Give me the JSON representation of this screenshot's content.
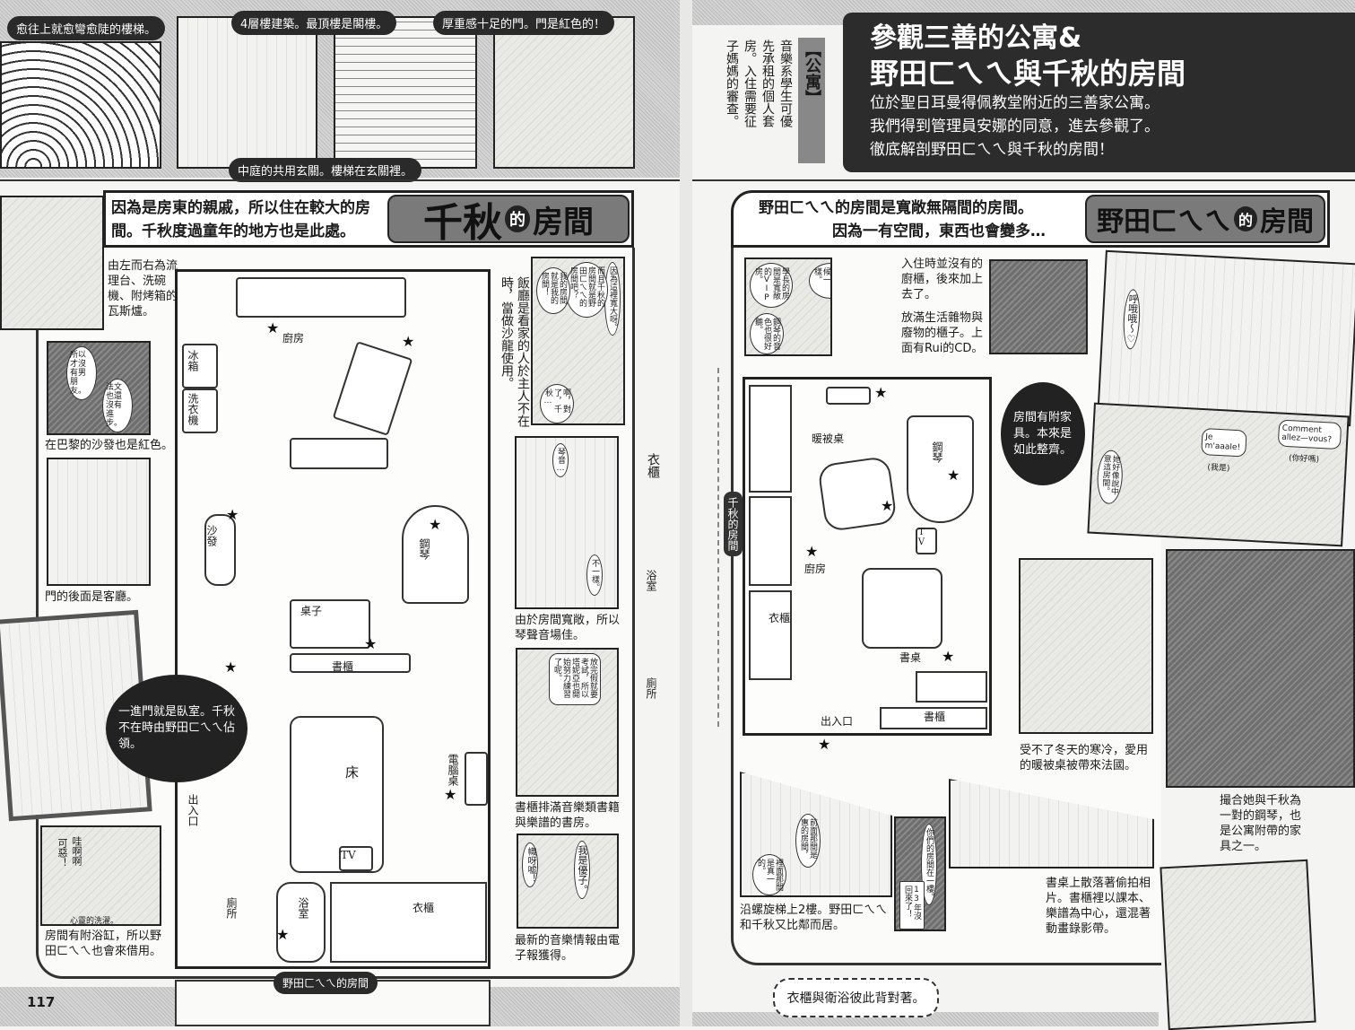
{
  "left_page": {
    "page_number": "117",
    "top_photos": {
      "stairs_caption": "愈往上就愈彎愈陡的樓梯。",
      "building_caption": "4層樓建築。最頂樓是閣樓。",
      "door_caption": "厚重感十足的門。門是紅色的！",
      "courtyard_caption": "中庭的共用玄關。樓梯在玄關裡。"
    },
    "header": {
      "description": "因為是房東的親戚，所以住在較大的房間。千秋度過童年的地方也是此處。",
      "title_pre": "千秋",
      "title_particle": "的",
      "title_post": "房間"
    },
    "captions": {
      "kitchen": "由左而右為流理台、洗碗機、附烤箱的瓦斯爐。",
      "sofa": "在巴黎的沙發也是紅色。",
      "door": "門的後面是客廳。",
      "bedroom_bubble": "一進門就是臥室。千秋不在時由野田ㄈㄟㄟ佔領。",
      "bath": "房間有附浴缸，所以野田ㄈㄟㄟ也會來借用。",
      "dining": "飯廳是看家的人於主人不在時，當做沙龍使用。",
      "piano": "由於房間寬敞，所以琴聲音場佳。",
      "study": "書櫃排滿音樂類書籍與樂譜的書房。",
      "newsletter": "最新的音樂情報由電子報獲得。"
    },
    "speech": {
      "dining_1": "因為這裡寬大呀。",
      "dining_2": "而且千秋的房間就是野田ㄈㄟㄟ的房間吧？",
      "dining_3": "我的房間就是我的房間！",
      "dining_4": "啊，對了，千秋…",
      "piano_1": "琴音…",
      "piano_2": "不一樣。",
      "study_1": "放完假就要考試，所以塔妮亞也開始努力練習了呢。",
      "yuko_1": "我是優子。",
      "yuko_2": "幟呀嘘！",
      "bath_1": "哇啊啊",
      "bath_2": "可惡！",
      "bath_3": "心靈的洗濯。",
      "sofa_1": "所以才沒有男朋友。",
      "sofa_2": "法文也還沒有進步。"
    },
    "plan_labels": {
      "kitchen": "廚房",
      "fridge": "冰箱",
      "washer": "洗衣機",
      "sofa": "沙發",
      "piano": "鋼琴",
      "table": "桌子",
      "bookshelf": "書櫃",
      "bed": "床",
      "computer_desk": "電腦桌",
      "entrance": "出入口",
      "tv": "TV",
      "toilet": "廁所",
      "bathroom": "浴室",
      "closet": "衣櫃"
    },
    "side_labels": {
      "closet": "衣櫃",
      "bathroom": "浴室",
      "toilet": "廁所"
    },
    "bottom_tab": "野田ㄈㄟㄟ的房間"
  },
  "right_page": {
    "apartment_label": "【公寓】",
    "apartment_note": "音樂系學生可優先承租的個人套房。入住需要征子媽媽的審查。",
    "main_title_line1": "參觀三善的公寓&",
    "main_title_line2": "野田ㄈㄟㄟ與千秋的房間",
    "intro_lines": [
      "位於聖日耳曼得佩教堂附近的三善家公寓。",
      "我們得到管理員安娜的同意，進去參觀了。",
      "徹底解剖野田ㄈㄟㄟ與千秋的房間！"
    ],
    "header": {
      "description_line1": "野田ㄈㄟㄟ的房間是寬敞無隔間的房間。",
      "description_line2": "因為一有空間，東西也會變多…",
      "title_pre": "野田ㄈㄟㄟ",
      "title_particle": "的",
      "title_post": "房間"
    },
    "captions": {
      "cupboard": "入住時並沒有的廚櫃，後來加上去了。",
      "shelf": "放滿生活雜物與廢物的櫃子。上面有Rui的CD。",
      "furnished_bubble": "房間有附家具。本來是如此整齊。",
      "kotatsu": "受不了冬天的寒冷，愛用的暖被桌被帶來法國。",
      "piano": "撮合她與千秋為一對的鋼琴，也是公寓附帶的家具之一。",
      "desk": "書桌上散落著偷拍相片。書櫃裡以課本、樂譜為中心，還混著動畫錄影帶。",
      "stairs": "沿螺旋梯上2樓。野田ㄈㄟㄟ和千秋又比鄰而居。",
      "back_to_back": "衣櫃與衛浴彼此背對著。"
    },
    "speech": {
      "kitchen_1": "學長的房間是寬敞的VIP房。",
      "kitchen_2": "跟在日本的時候一樣。",
      "kitchen_3": "鋼琴的音色也很好聽。",
      "room_1": "呼哦哦～♡",
      "french_1": "Comment allez—vous?",
      "french_1_sub": "(你好嗎)",
      "french_2": "Je m'aaale!",
      "french_2_sub": "(我是)",
      "french_3": "她好像說中意這房間。",
      "stairs_1": "前面那間是惠的房間，",
      "stairs_2": "裡面那間是真一的。",
      "stairs_3": "你們的房間在一樓。",
      "stairs_4": "13年沒回來了！"
    },
    "vertical_tab": "千秋的房間",
    "plan_labels": {
      "kotatsu": "暖被桌",
      "piano": "鋼琴",
      "tv": "TV",
      "kitchen": "廚房",
      "closet": "衣櫃",
      "desk": "書桌",
      "entrance": "出入口",
      "bookshelf": "書櫃"
    }
  },
  "colors": {
    "ink": "#1b1b1b",
    "paper": "#f4f4f2",
    "screen_tone": "#7a7a7a"
  }
}
